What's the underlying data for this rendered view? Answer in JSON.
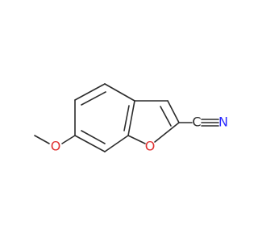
{
  "labels": {
    "methoxy_oxygen": "O",
    "furan_oxygen": "O",
    "nitrile_carbon": "C",
    "nitrile_nitrogen": "N"
  },
  "colors": {
    "bond": "#2b2b2b",
    "oxygen": "#e03030",
    "carbon": "#2b2b2b",
    "nitrogen": "#2a2aff",
    "background": "#ffffff"
  }
}
